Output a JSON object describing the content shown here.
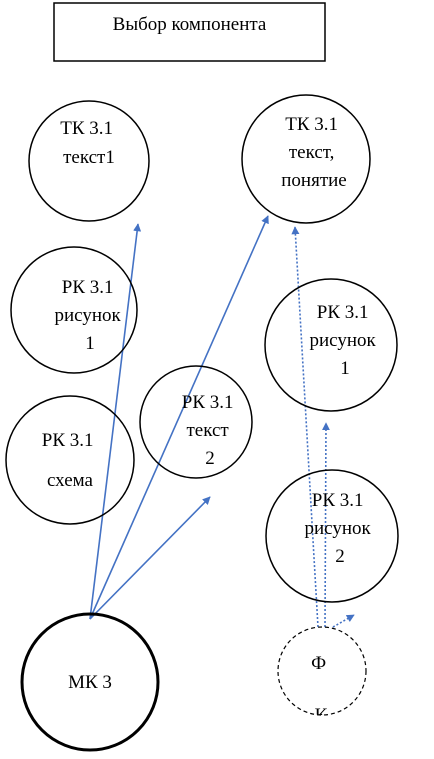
{
  "title": "Выбор компонента",
  "colors": {
    "stroke": "#000000",
    "arrow": "#4472c4",
    "background": "#ffffff"
  },
  "nodes": {
    "tk1": {
      "lines": [
        "ТК 3.1",
        "текст1"
      ]
    },
    "tk2": {
      "lines": [
        "ТК 3.1",
        "текст,",
        "понятие"
      ]
    },
    "rk1": {
      "lines": [
        "РК 3.1",
        "рисунок",
        "1"
      ]
    },
    "rk2": {
      "lines": [
        "РК 3.1",
        "рисунок",
        "1"
      ]
    },
    "rk3": {
      "lines": [
        "РК 3.1",
        "текст",
        "2"
      ]
    },
    "rk4": {
      "lines": [
        "РК 3.1",
        "схема"
      ]
    },
    "rk5": {
      "lines": [
        "РК 3.1",
        "рисунок",
        "2"
      ]
    },
    "mk": {
      "lines": [
        "МК 3"
      ]
    },
    "fk": {
      "lines": [
        "Ф",
        "К"
      ]
    }
  },
  "edges": [
    {
      "from": "mk",
      "to": "tk1",
      "style": "solid"
    },
    {
      "from": "mk",
      "to": "tk2",
      "style": "solid"
    },
    {
      "from": "mk",
      "to": "rk3",
      "style": "solid"
    },
    {
      "from": "fk",
      "to": "tk2",
      "style": "dotted"
    },
    {
      "from": "fk",
      "to": "rk2",
      "style": "dotted"
    },
    {
      "from": "fk",
      "to": "rk5",
      "style": "dotted"
    }
  ]
}
